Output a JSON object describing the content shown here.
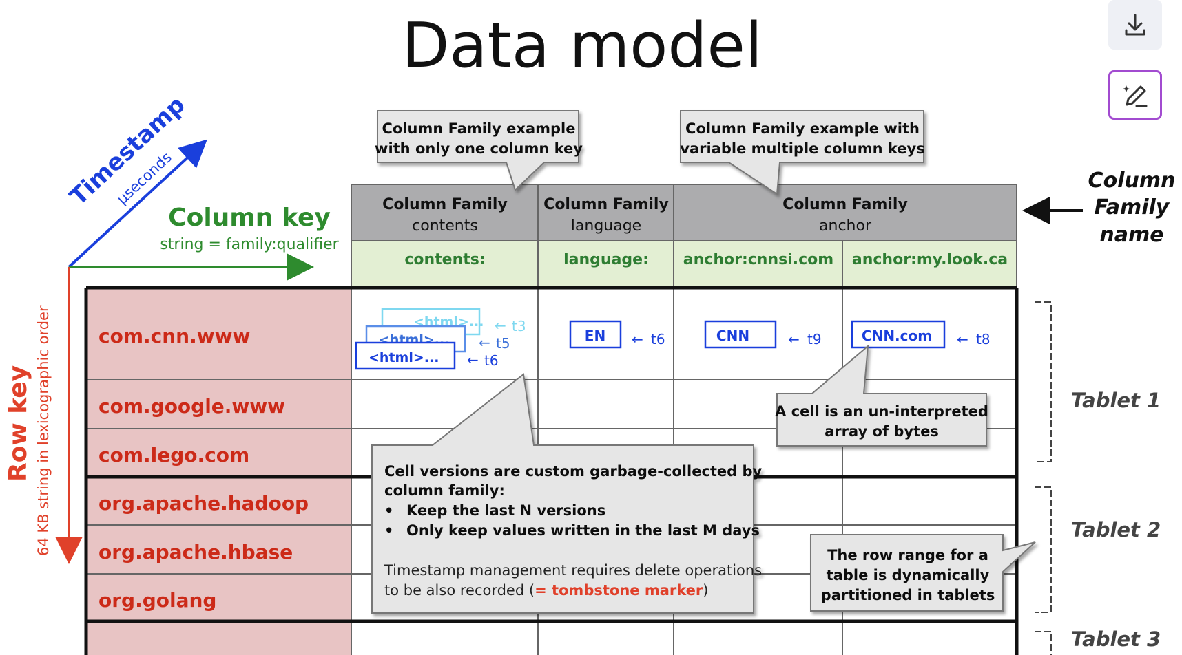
{
  "title": "Data model",
  "toolbar": {
    "download_icon": "download-icon",
    "edit_icon": "magic-pen-icon"
  },
  "colors": {
    "row_key": "#e0412a",
    "column_key": "#2e8b2e",
    "timestamp": "#1a3fdc",
    "header_gray": "#acacae",
    "qualifier_green": "#e3efd3",
    "row_fill": "#e8c4c4"
  },
  "axes": {
    "timestamp": {
      "label": "Timestamp",
      "sub": "µseconds"
    },
    "column_key": {
      "label": "Column key",
      "sub": "string = family:qualifier"
    },
    "row_key": {
      "label": "Row key",
      "sub": "64 KB string in lexicographic order"
    }
  },
  "family_name_label": [
    "Column",
    "Family",
    "name"
  ],
  "families": [
    {
      "title": "Column Family",
      "name": "contents"
    },
    {
      "title": "Column Family",
      "name": "language"
    },
    {
      "title": "Column Family",
      "name": "anchor"
    }
  ],
  "qualifiers": [
    "contents:",
    "language:",
    "anchor:cnnsi.com",
    "anchor:my.look.ca"
  ],
  "rows": [
    "com.cnn.www",
    "com.google.www",
    "com.lego.com",
    "org.apache.hadoop",
    "org.apache.hbase",
    "org.golang",
    ""
  ],
  "cells": {
    "contents_versions": [
      {
        "value": "<html>...",
        "ts": "t3"
      },
      {
        "value": "<html>...",
        "ts": "t5"
      },
      {
        "value": "<html>...",
        "ts": "t6"
      }
    ],
    "language": {
      "value": "EN",
      "ts": "t6"
    },
    "anchor_cnnsi": {
      "value": "CNN",
      "ts": "t9"
    },
    "anchor_mylook": {
      "value": "CNN.com",
      "ts": "t8"
    }
  },
  "callouts": {
    "one_key": [
      "Column Family example",
      "with only one column key"
    ],
    "multi_keys": [
      "Column Family example with",
      "variable multiple column keys"
    ],
    "cell_bytes": [
      "A cell is an un-interpreted",
      "array of bytes"
    ],
    "gc": {
      "line1": "Cell versions are custom garbage-collected by",
      "line2": "column family:",
      "bullets": [
        "Keep the last N versions",
        "Only keep values written in the last M days"
      ],
      "note1": "Timestamp management requires delete operations",
      "note2_prefix": "to be also recorded (",
      "note2_highlight": "= tombstone marker",
      "note2_suffix": ")"
    },
    "row_range": [
      "The row range for a",
      "table is dynamically",
      "partitioned in tablets"
    ]
  },
  "tablets": [
    "Tablet 1",
    "Tablet 2",
    "Tablet 3"
  ]
}
